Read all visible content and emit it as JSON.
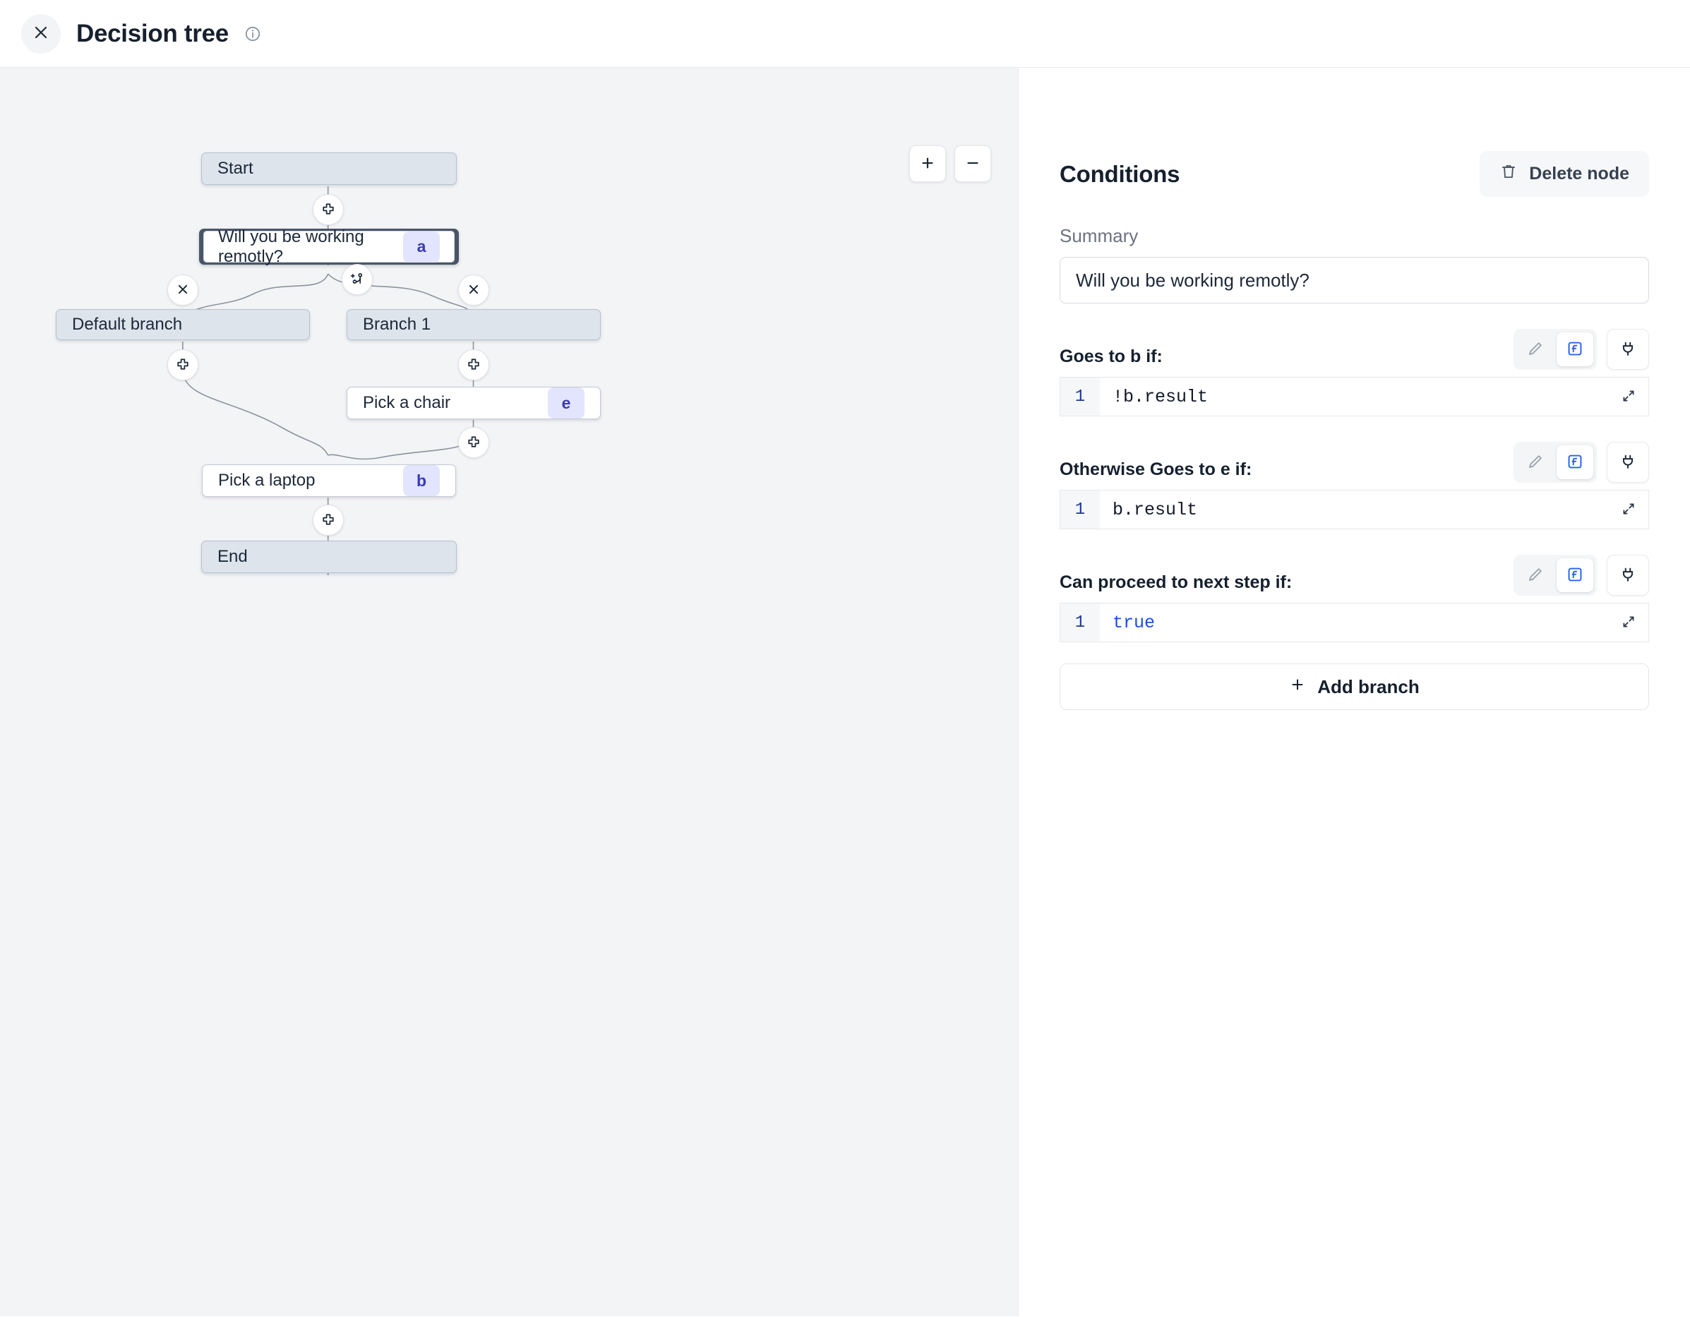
{
  "header": {
    "title": "Decision tree",
    "close_icon": "close-icon",
    "info_icon": "info-icon"
  },
  "canvas": {
    "zoom_in_label": "+",
    "zoom_out_label": "−",
    "nodes": [
      {
        "id": "start",
        "label": "Start",
        "badge": "",
        "type": "terminal",
        "selected": false
      },
      {
        "id": "a",
        "label": "Will you be working remotly?",
        "badge": "a",
        "type": "step",
        "selected": true
      },
      {
        "id": "def",
        "label": "Default branch",
        "badge": "",
        "type": "terminal",
        "selected": false
      },
      {
        "id": "br1",
        "label": "Branch 1",
        "badge": "",
        "type": "terminal",
        "selected": false
      },
      {
        "id": "e",
        "label": "Pick a chair",
        "badge": "e",
        "type": "step",
        "selected": false
      },
      {
        "id": "b",
        "label": "Pick a laptop",
        "badge": "b",
        "type": "step",
        "selected": false
      },
      {
        "id": "end",
        "label": "End",
        "badge": "",
        "type": "terminal",
        "selected": false
      }
    ],
    "handles": [
      {
        "kind": "plus",
        "name": "add-step-handle-start-to-a"
      },
      {
        "kind": "branch",
        "name": "add-branch-handle-a"
      },
      {
        "kind": "close",
        "name": "remove-branch-handle-default"
      },
      {
        "kind": "close",
        "name": "remove-branch-handle-branch1"
      },
      {
        "kind": "plus",
        "name": "add-step-handle-default"
      },
      {
        "kind": "plus",
        "name": "add-step-handle-branch1"
      },
      {
        "kind": "plus",
        "name": "add-step-handle-chair"
      },
      {
        "kind": "plus",
        "name": "add-step-handle-laptop"
      }
    ]
  },
  "panel": {
    "title": "Conditions",
    "delete_node_label": "Delete node",
    "summary_label": "Summary",
    "summary_value": "Will you be working remotly?",
    "summary_placeholder": "Summary",
    "add_branch_label": "Add branch",
    "conditions": [
      {
        "label": "Goes to b if:",
        "line_no": "1",
        "code": "!b.result",
        "keyword": false
      },
      {
        "label": "Otherwise Goes to e if:",
        "line_no": "1",
        "code": "b.result",
        "keyword": false
      },
      {
        "label": "Can proceed to next step if:",
        "line_no": "1",
        "code": "true",
        "keyword": true
      }
    ],
    "tool_icons": {
      "pencil": "pencil-icon",
      "function": "function-icon",
      "plug": "plug-icon",
      "expand": "expand-icon"
    }
  },
  "colors": {
    "canvas_bg": "#f3f4f6",
    "terminal_node": "#dde4ec",
    "badge_bg": "#e2e5fd",
    "badge_fg": "#3b3bb5",
    "accent_blue": "#2563eb",
    "selected_ring": "#4a5568"
  }
}
